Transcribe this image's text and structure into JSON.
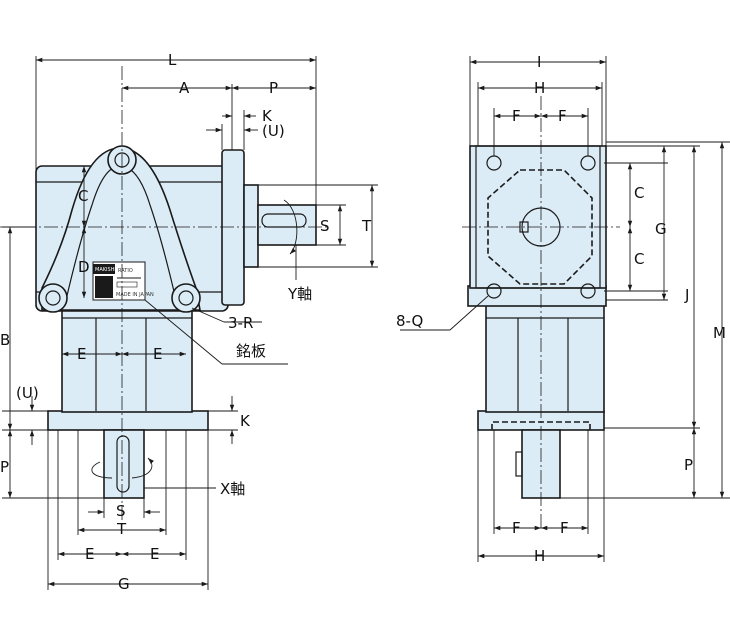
{
  "labels": {
    "L": "L",
    "A": "A",
    "P": "P",
    "K": "K",
    "U": "(U)",
    "C": "C",
    "D": "D",
    "S": "S",
    "T": "T",
    "B": "B",
    "E": "E",
    "G": "G",
    "I": "I",
    "H": "H",
    "F": "F",
    "J": "J",
    "M": "M",
    "three_R": "3-R",
    "eight_Q": "8-Q",
    "nameplate": "銘板",
    "x_shaft": "X軸",
    "y_shaft": "Y軸"
  },
  "nameplate": {
    "brand": "MAKISHINKO",
    "ratio": "RATIO",
    "made_in": "MADE IN JAPAN"
  },
  "colors": {
    "body_fill": "#dcecf6",
    "outline": "#1a1a1a"
  }
}
